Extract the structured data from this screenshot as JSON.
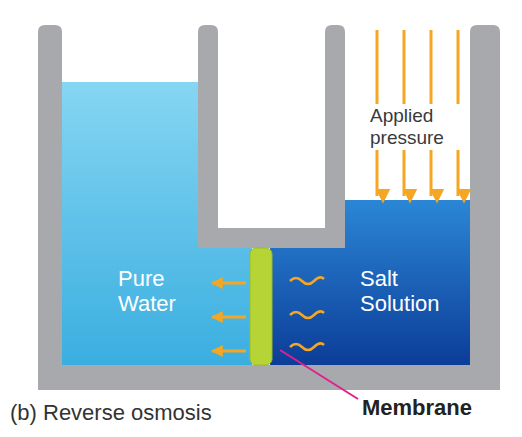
{
  "diagram": {
    "caption": "(b) Reverse osmosis",
    "labels": [
      "Pure Water",
      "Salt Solution",
      "Applied pressure",
      "Membrane"
    ]
  }
}
